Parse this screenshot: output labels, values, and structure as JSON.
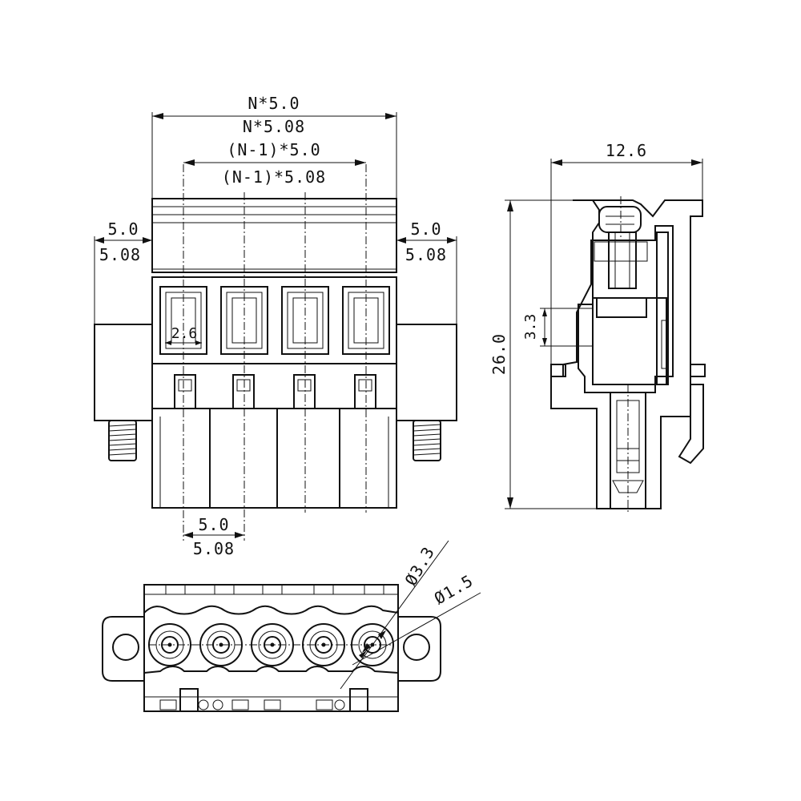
{
  "front_view": {
    "total_width_a": "N*5.0",
    "total_width_b": "N*5.08",
    "pitch_total_a": "(N-1)*5.0",
    "pitch_total_b": "(N-1)*5.08",
    "flange_left_a": "5.0",
    "flange_left_b": "5.08",
    "flange_right_a": "5.0",
    "flange_right_b": "5.08",
    "slot_width": "2.6",
    "pitch_a": "5.0",
    "pitch_b": "5.08"
  },
  "side_view": {
    "depth": "12.6",
    "height": "26.0",
    "opening": "3.3"
  },
  "bottom_view": {
    "hole_outer": "Ø3.3",
    "hole_inner": "Ø1.5"
  }
}
